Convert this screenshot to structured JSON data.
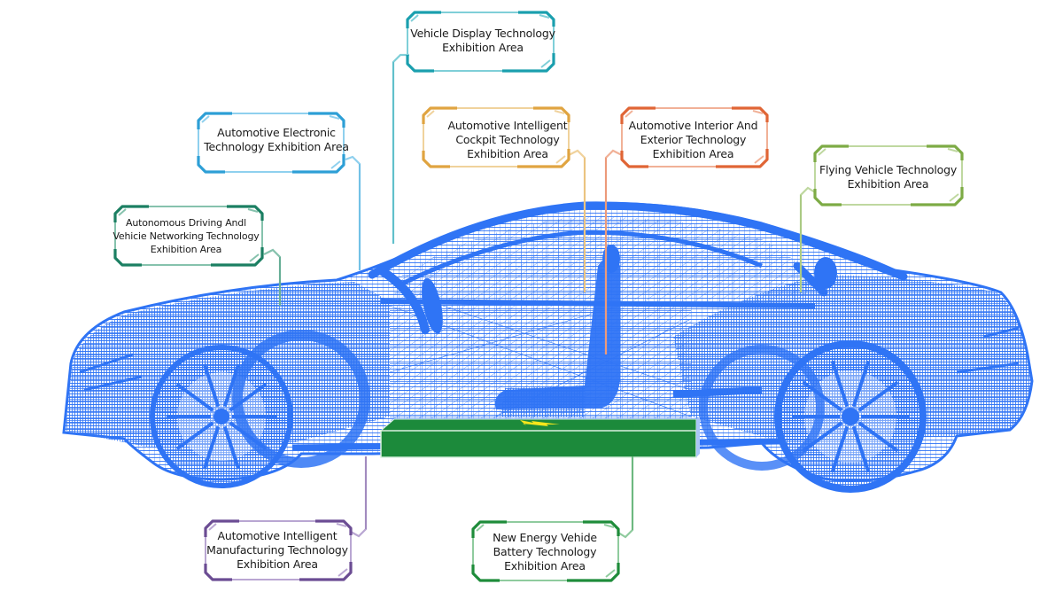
{
  "diagram": {
    "subject": "Wireframe car with exhibition area callouts",
    "car_color": "#2f74f5",
    "battery": {
      "fill": "#1c8a3b",
      "icon": "lightning-bolt-icon",
      "icon_color": "#f5e61b"
    },
    "callouts": [
      {
        "id": "vehicle-display",
        "text": "Vehicle Display Technology\nExhibition Area",
        "color": "#1a9fae",
        "light": "#7fcfd8"
      },
      {
        "id": "automotive-electronic",
        "text": "Automotive Electronic\nTechnology Exhibition Area",
        "color": "#2d9fd6",
        "light": "#8fd0ee"
      },
      {
        "id": "autonomous-driving",
        "text": "Autonomous Driving Andl\nVehicie Networking Technology\nExhibition Area",
        "color": "#1b7f62",
        "light": "#86c2ad"
      },
      {
        "id": "intelligent-cockpit",
        "text": "Automotive Intelligent\nCockpit Technology\nExhibition Area",
        "color": "#e0a440",
        "light": "#f0d29c"
      },
      {
        "id": "interior-exterior",
        "text": "Automotive Interior And\nExterior Technology\nExhibition Area",
        "color": "#e06535",
        "light": "#f1b197"
      },
      {
        "id": "flying-vehicle",
        "text": "Flying Vehicle Technology\nExhibition Area",
        "color": "#7dab45",
        "light": "#bfd8a0"
      },
      {
        "id": "intelligent-manufacturing",
        "text": "Automotive Intelligent\nManufacturing Technology\nExhibition Area",
        "color": "#6b4c93",
        "light": "#b9a6d2"
      },
      {
        "id": "battery-technology",
        "text": "New Energy Vehide\nBattery Technology\nExhibition Area",
        "color": "#1e8c3a",
        "light": "#8fcb9e"
      }
    ]
  }
}
